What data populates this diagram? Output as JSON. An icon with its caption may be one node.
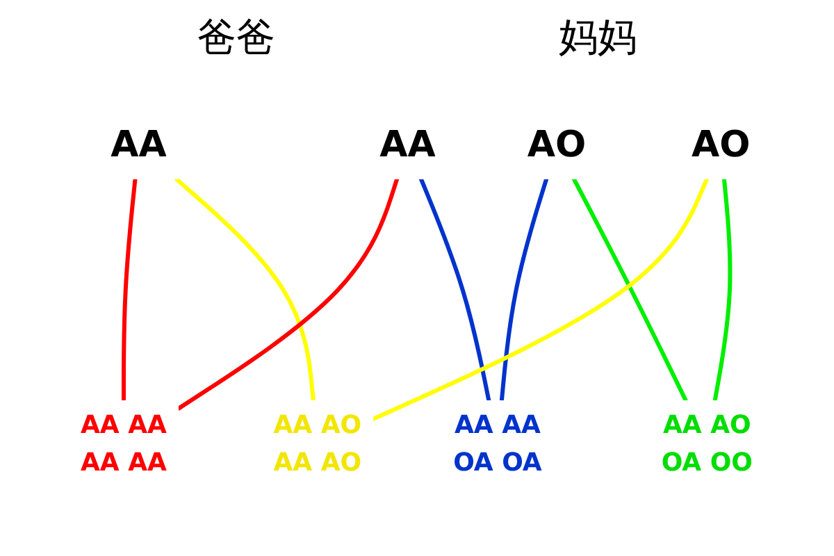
{
  "diagram": {
    "nodes": [
      {
        "text": [
          "AA"
        ]
      },
      {
        "text": [
          "AO"
        ]
      },
      {
        "text": [
          "AA"
        ]
      },
      {
        "text": [
          "AO"
        ]
      },
      {
        "text": [
          "AA AA AA AA"
        ]
      },
      {
        "text": [
          "AA AO AA AO"
        ]
      },
      {
        "text": [
          "AA AA OA OA"
        ]
      },
      {
        "text": [
          "AA AO OA OO"
        ]
      }
    ],
    "edges": [
      {
        "from": 0,
        "to": 4,
        "arrow": "none",
        "color": "#ff0000"
      },
      {
        "from": 0,
        "to": 5,
        "arrow": "none",
        "color": "#ffff00"
      },
      {
        "from": 1,
        "to": 6,
        "arrow": "none",
        "color": "#0033cc"
      },
      {
        "from": 1,
        "to": 7,
        "arrow": "none",
        "color": "#00ee00"
      },
      {
        "from": 2,
        "to": 4,
        "arrow": "none",
        "color": "#ff0000"
      },
      {
        "from": 2,
        "to": 6,
        "arrow": "none",
        "color": "#0033cc"
      },
      {
        "from": 3,
        "to": 5,
        "arrow": "none",
        "color": "#ffff00"
      },
      {
        "from": 3,
        "to": 7,
        "arrow": "none",
        "color": "#00ee00"
      }
    ],
    "labels": [
      "爸爸",
      "妈妈"
    ]
  }
}
